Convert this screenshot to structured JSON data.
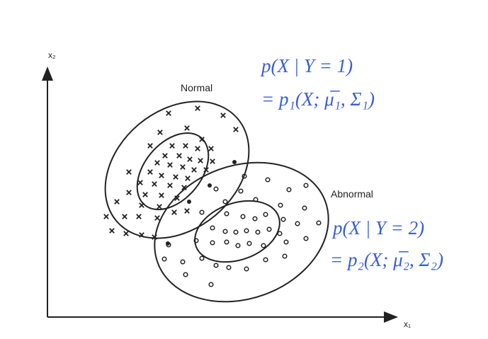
{
  "axes": {
    "x_label": "x₁",
    "y_label": "x₂"
  },
  "classes": {
    "normal": {
      "label": "Normal",
      "marker": "×",
      "marker_color": "#222222"
    },
    "abnormal": {
      "label": "Abnormal",
      "marker": "○",
      "marker_color": "#222222"
    }
  },
  "formulas": {
    "normal_line1": "p(X | Y = 1)",
    "normal_line2": "= p₁(X; μ̅₁, Σ₁)",
    "abnormal_line1": "p(X | Y = 2)",
    "abnormal_line2": "= p₂(X; μ̅₂, Σ₂)"
  },
  "colors": {
    "formula_text": "#3a5fd0",
    "drawing": "#222222"
  }
}
